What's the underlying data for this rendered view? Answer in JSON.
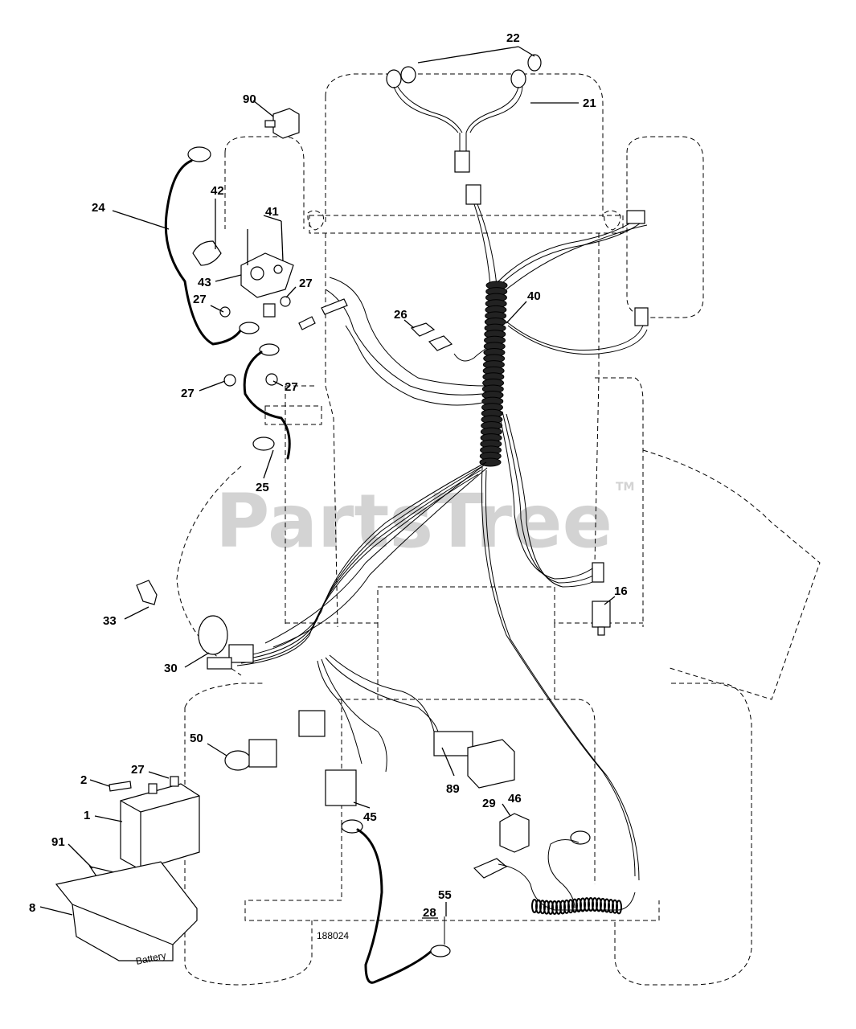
{
  "watermark": {
    "text": "PartsTree",
    "tm": "TM"
  },
  "drawing_number": "188024",
  "battery_tag": "Battery",
  "callouts": [
    {
      "id": "22",
      "label": "22"
    },
    {
      "id": "21",
      "label": "21"
    },
    {
      "id": "90",
      "label": "90"
    },
    {
      "id": "24",
      "label": "24"
    },
    {
      "id": "42",
      "label": "42"
    },
    {
      "id": "41",
      "label": "41"
    },
    {
      "id": "43",
      "label": "43"
    },
    {
      "id": "27a",
      "label": "27"
    },
    {
      "id": "27b",
      "label": "27"
    },
    {
      "id": "27c",
      "label": "27"
    },
    {
      "id": "27d",
      "label": "27"
    },
    {
      "id": "40",
      "label": "40"
    },
    {
      "id": "26",
      "label": "26"
    },
    {
      "id": "25",
      "label": "25"
    },
    {
      "id": "33",
      "label": "33"
    },
    {
      "id": "16",
      "label": "16"
    },
    {
      "id": "30",
      "label": "30"
    },
    {
      "id": "50",
      "label": "50"
    },
    {
      "id": "27e",
      "label": "27"
    },
    {
      "id": "2",
      "label": "2"
    },
    {
      "id": "1",
      "label": "1"
    },
    {
      "id": "91",
      "label": "91"
    },
    {
      "id": "8",
      "label": "8"
    },
    {
      "id": "45",
      "label": "45"
    },
    {
      "id": "89",
      "label": "89"
    },
    {
      "id": "46",
      "label": "46"
    },
    {
      "id": "29",
      "label": "29"
    },
    {
      "id": "55",
      "label": "55"
    },
    {
      "id": "28",
      "label": "28"
    }
  ]
}
